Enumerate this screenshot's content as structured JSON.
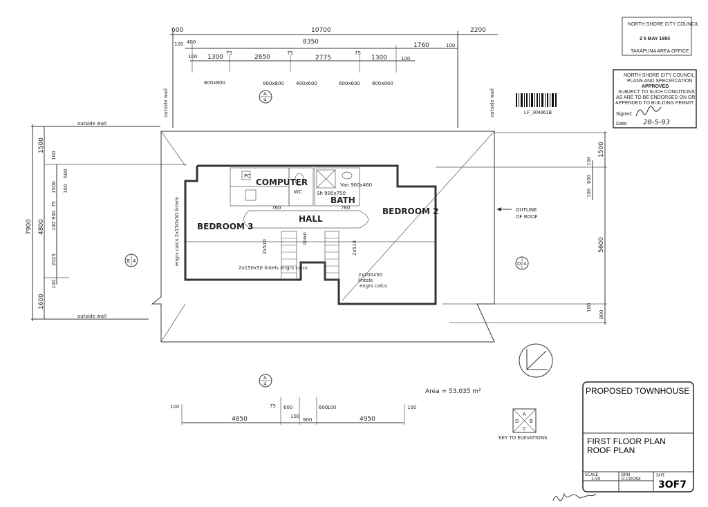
{
  "title_block": {
    "project": "PROPOSED TOWNHOUSE",
    "drawing_line1": "FIRST FLOOR PLAN",
    "drawing_line2": "ROOF PLAN",
    "scale_label": "SCALE",
    "scale_value": "1:50",
    "drawn_label": "DRN",
    "drawn_value": "G.COOKE",
    "sheet_label": "SHT.",
    "sheet_value": "3OF7"
  },
  "stamp_received": {
    "council": "NORTH SHORE CITY COUNCIL",
    "date": "2 5 MAY 1993",
    "office": "TAKAPUNA AREA OFFICE"
  },
  "stamp_approved": {
    "lines": [
      "NORTH SHORE CITY COUNCIL",
      "PLANS AND SPECIFICATION",
      "APPROVED",
      "SUBJECT TO SUCH CONDITIONS",
      "AS ARE TO BE ENDORSED ON OR",
      "APPENDED TO BUILDING PERMIT"
    ],
    "signed_label": "Signed:",
    "date_label": "Date:",
    "date_value": "28-5-93"
  },
  "barcode_id": "LF_304861B",
  "rooms": {
    "computer": "COMPUTER",
    "wc": "WC",
    "bath": "BATH",
    "hall": "HALL",
    "bedroom2": "BEDROOM 2",
    "bedroom3": "BEDROOM 3",
    "pc": "PC",
    "down": "down",
    "shower": "Sh 900x750",
    "vanity": "Van 900x460"
  },
  "notes": {
    "outside_wall": "outside wall",
    "outline_roof_1": "OUTLINE",
    "outline_roof_2": "OF ROOF",
    "lintels_left": "2x150x50 lintels engrs calcs",
    "lintels_right_1": "2x200x50",
    "lintels_right_2": "lintels",
    "lintels_right_3": "engrs calcs",
    "lintels_side": "engrs calcs 2x150x50 lintels",
    "wardrobe": "2x510",
    "door": "760",
    "area": "Area = 53.035 m²",
    "key_label": "KEY TO ELEVATIONS",
    "key_letters": [
      "A",
      "B",
      "C",
      "D"
    ]
  },
  "elevation_markers": [
    {
      "letter": "A",
      "sheet": "4"
    },
    {
      "letter": "A",
      "sheet": "4"
    },
    {
      "letter": "B",
      "sheet": "4"
    },
    {
      "letter": "D",
      "sheet": "4"
    }
  ],
  "dimensions": {
    "top_overall": [
      "600",
      "10700",
      "2200"
    ],
    "top_second": [
      "100",
      "400",
      "8350",
      "1760",
      "100"
    ],
    "top_third": [
      "100",
      "1300",
      "75",
      "2650",
      "75",
      "2775",
      "75",
      "1300",
      "100"
    ],
    "windows": [
      "800x800",
      "800x800",
      "400x600",
      "600x600",
      "800x800"
    ],
    "left_overall": "7900",
    "left_second": [
      "1500",
      "4800",
      "1600"
    ],
    "left_third": [
      "100",
      "1500",
      "75",
      "900",
      "100",
      "2025",
      "100"
    ],
    "left_fourth": [
      "600",
      "100"
    ],
    "right_second": [
      "1500",
      "5600",
      "800"
    ],
    "right_third": [
      "100",
      "600",
      "100",
      "100"
    ],
    "bottom_upper": [
      "100",
      "75",
      "600",
      "100",
      "900",
      "600",
      "100",
      "100"
    ],
    "bottom_lower": [
      "4850",
      "4950"
    ]
  }
}
